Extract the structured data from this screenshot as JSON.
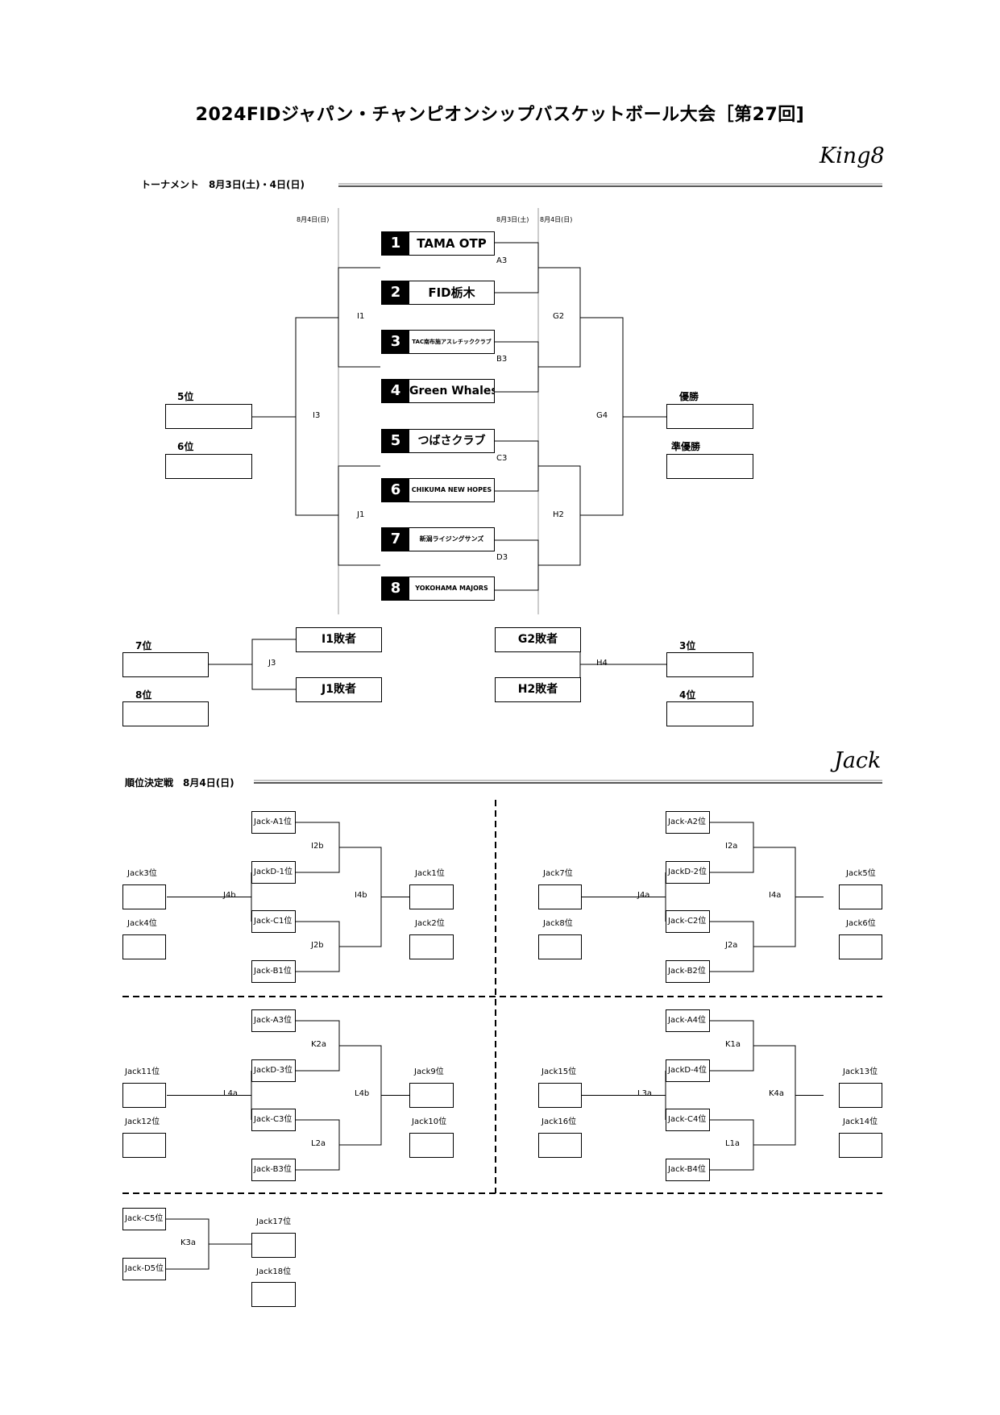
{
  "title": "2024FIDジャパン・チャンピオンシップバスケットボール大会［第27回]",
  "king_label": "King8",
  "jack_label": "Jack",
  "tournament_section": "トーナメント　8月3日(土)・4日(日)",
  "placement_section": "順位決定戦　8月4日(日)",
  "dates": {
    "left": "8月4日(日)",
    "mid": "8月3日(土)",
    "right": "8月4日(日)"
  },
  "teams": [
    {
      "seed": "1",
      "name": "TAMA OTP"
    },
    {
      "seed": "2",
      "name": "FID栃木"
    },
    {
      "seed": "3",
      "name": "TAC南布施アスレチッククラブ"
    },
    {
      "seed": "4",
      "name": "Green Whales"
    },
    {
      "seed": "5",
      "name": "つばさクラブ"
    },
    {
      "seed": "6",
      "name": "CHIKUMA NEW HOPES"
    },
    {
      "seed": "7",
      "name": "新潟ライジングサンズ"
    },
    {
      "seed": "8",
      "name": "YOKOHAMA MAJORS"
    }
  ],
  "games": {
    "a3": "A3",
    "b3": "B3",
    "c3": "C3",
    "d3": "D3",
    "g2": "G2",
    "h2": "H2",
    "g4": "G4",
    "i1": "I1",
    "j1": "J1",
    "i3": "I3",
    "j3": "J3",
    "h4": "H4"
  },
  "places": {
    "p1": "優勝",
    "p2": "準優勝",
    "p3": "3位",
    "p4": "4位",
    "p5": "5位",
    "p6": "6位",
    "p7": "7位",
    "p8": "8位"
  },
  "losers": {
    "i1": "I1敗者",
    "j1": "J1敗者",
    "g2": "G2敗者",
    "h2": "H2敗者"
  },
  "jack_brackets": [
    {
      "seeds": [
        "Jack-A1位",
        "JackD-1位",
        "Jack-C1位",
        "Jack-B1位"
      ],
      "top_game": "I2b",
      "bottom_game": "J2b",
      "left_game": "J4b",
      "right_game": "I4b",
      "left_places": [
        "Jack3位",
        "Jack4位"
      ],
      "right_places": [
        "Jack1位",
        "Jack2位"
      ]
    },
    {
      "seeds": [
        "Jack-A2位",
        "JackD-2位",
        "Jack-C2位",
        "Jack-B2位"
      ],
      "top_game": "I2a",
      "bottom_game": "J2a",
      "left_game": "J4a",
      "right_game": "I4a",
      "left_places": [
        "Jack7位",
        "Jack8位"
      ],
      "right_places": [
        "Jack5位",
        "Jack6位"
      ]
    },
    {
      "seeds": [
        "Jack-A3位",
        "JackD-3位",
        "Jack-C3位",
        "Jack-B3位"
      ],
      "top_game": "K2a",
      "bottom_game": "L2a",
      "left_game": "L4a",
      "right_game": "L4b",
      "left_places": [
        "Jack11位",
        "Jack12位"
      ],
      "right_places": [
        "Jack9位",
        "Jack10位"
      ]
    },
    {
      "seeds": [
        "Jack-A4位",
        "JackD-4位",
        "Jack-C4位",
        "Jack-B4位"
      ],
      "top_game": "K1a",
      "bottom_game": "L1a",
      "left_game": "L3a",
      "right_game": "K4a",
      "left_places": [
        "Jack15位",
        "Jack16位"
      ],
      "right_places": [
        "Jack13位",
        "Jack14位"
      ]
    }
  ],
  "final_jack": {
    "seeds": [
      "Jack-C5位",
      "Jack-D5位"
    ],
    "game": "K3a",
    "places": [
      "Jack17位",
      "Jack18位"
    ]
  }
}
